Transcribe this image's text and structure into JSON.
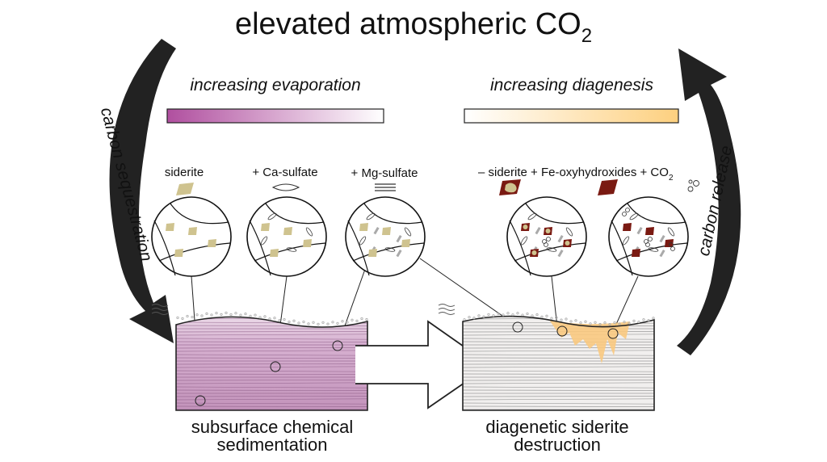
{
  "title": {
    "main": "elevated atmospheric CO",
    "subscript": "2"
  },
  "left_arrow_label": "carbon sequestration",
  "right_arrow_label": "carbon release",
  "evaporation": {
    "label": "increasing evaporation",
    "color_start": "#b04f9f",
    "color_end": "#ffffff"
  },
  "diagenesis": {
    "label": "increasing diagenesis",
    "color_start": "#ffffff",
    "color_end": "#fdd07f"
  },
  "minerals": {
    "siderite": "siderite",
    "ca_sulfate": "+ Ca-sulfate",
    "mg_sulfate": "+ Mg-sulfate",
    "destruction": "– siderite + Fe-oxyhydroxides + CO",
    "destruction_sub": "2"
  },
  "colors": {
    "siderite": "#cfc38f",
    "fe_oxy": "#7a1a12",
    "purple_block": "#c89ac0",
    "grey_block": "#f1efee",
    "orange_patch": "#f9c97f"
  },
  "captions": {
    "left": [
      "subsurface chemical",
      "sedimentation"
    ],
    "right": [
      "diagenetic siderite",
      "destruction"
    ]
  }
}
